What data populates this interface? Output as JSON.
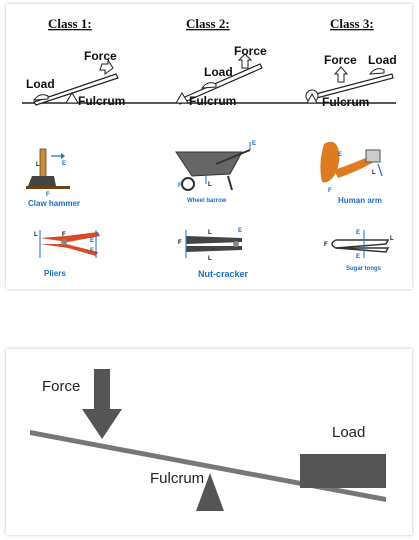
{
  "classes": [
    {
      "title": "Class 1:",
      "load": "Load",
      "force": "Force",
      "fulcrum": "Fulcrum"
    },
    {
      "title": "Class 2:",
      "load": "Load",
      "force": "Force",
      "fulcrum": "Fulcrum"
    },
    {
      "title": "Class 3:",
      "load": "Load",
      "force": "Force",
      "fulcrum": "Fulcrum"
    }
  ],
  "tools": [
    {
      "caption": "Claw hammer",
      "letters": [
        "L",
        "E",
        "F"
      ]
    },
    {
      "caption": "Wheel barrow",
      "letters": [
        "E",
        "L",
        "F"
      ]
    },
    {
      "caption": "Human arm",
      "letters": [
        "E",
        "L",
        "F"
      ]
    },
    {
      "caption": "Pliers",
      "letters": [
        "L",
        "F",
        "E",
        "E"
      ]
    },
    {
      "caption": "Nut-cracker",
      "letters": [
        "E",
        "F",
        "L",
        "L"
      ]
    },
    {
      "caption": "Sugar tongs",
      "letters": [
        "F",
        "E",
        "E",
        "L"
      ]
    }
  ],
  "seesaw": {
    "force": "Force",
    "load": "Load",
    "fulcrum": "Fulcrum"
  },
  "colors": {
    "accent": "#1a6fc4",
    "arm": "#e07a1f",
    "dark": "#555555",
    "beam": "#777777"
  }
}
